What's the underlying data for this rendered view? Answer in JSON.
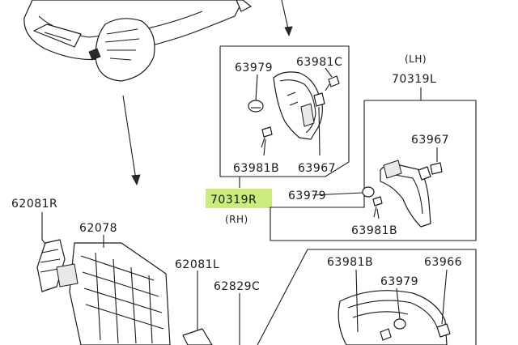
{
  "colors": {
    "ink": "#1a1a1a",
    "highlight": "#c9ec7a",
    "background": "#ffffff"
  },
  "labels": {
    "p63979_top": "63979",
    "p63981c": "63981C",
    "p63981b_top": "63981B",
    "p63967_top": "63967",
    "p70319r": "70319R",
    "rh": "(RH)",
    "lh": "(LH)",
    "p70319l": "70319L",
    "p63967_mid": "63967",
    "p63979_mid": "63979",
    "p63981b_mid": "63981B",
    "p62081r": "62081R",
    "p62078": "62078",
    "p62081l": "62081L",
    "p62829c": "62829C",
    "p63981b_bot": "63981B",
    "p63966": "63966",
    "p63979_bot": "63979"
  }
}
